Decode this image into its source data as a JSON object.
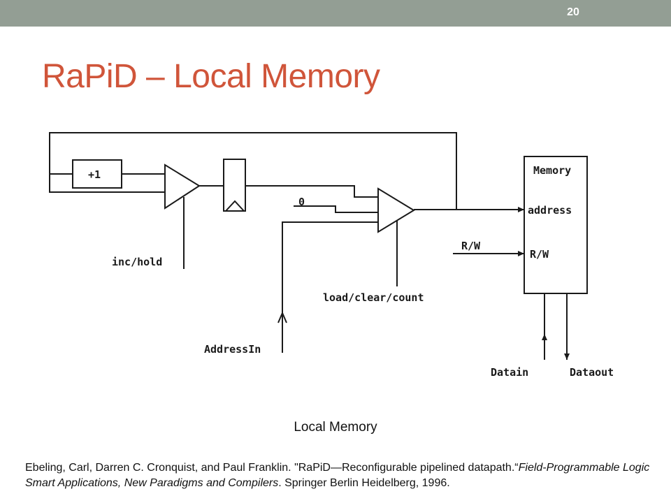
{
  "slide": {
    "number": "20",
    "title": "RaPiD – Local Memory"
  },
  "diagram": {
    "incrementer_label": "+1",
    "memory_label": "Memory",
    "address_port": "address",
    "rw_port": "R/W",
    "rw_input": "R/W",
    "zero_input": "0",
    "inc_hold": "inc/hold",
    "load_clear_count": "load/clear/count",
    "address_in": "AddressIn",
    "data_in": "Datain",
    "data_out": "Dataout"
  },
  "caption": "Local Memory",
  "citation": {
    "authors": "Ebeling, Carl, Darren C. Cronquist, and Paul Franklin. \"RaPiD—Reconfigurable pipelined datapath.“",
    "venue": "Field-Programmable Logic Smart Applications, New Paradigms and Compilers",
    "publisher": ". Springer Berlin Heidelberg, 1996."
  },
  "colors": {
    "title": "#d0553a",
    "topbar": "#939e94",
    "ink": "#1a1a1a"
  }
}
